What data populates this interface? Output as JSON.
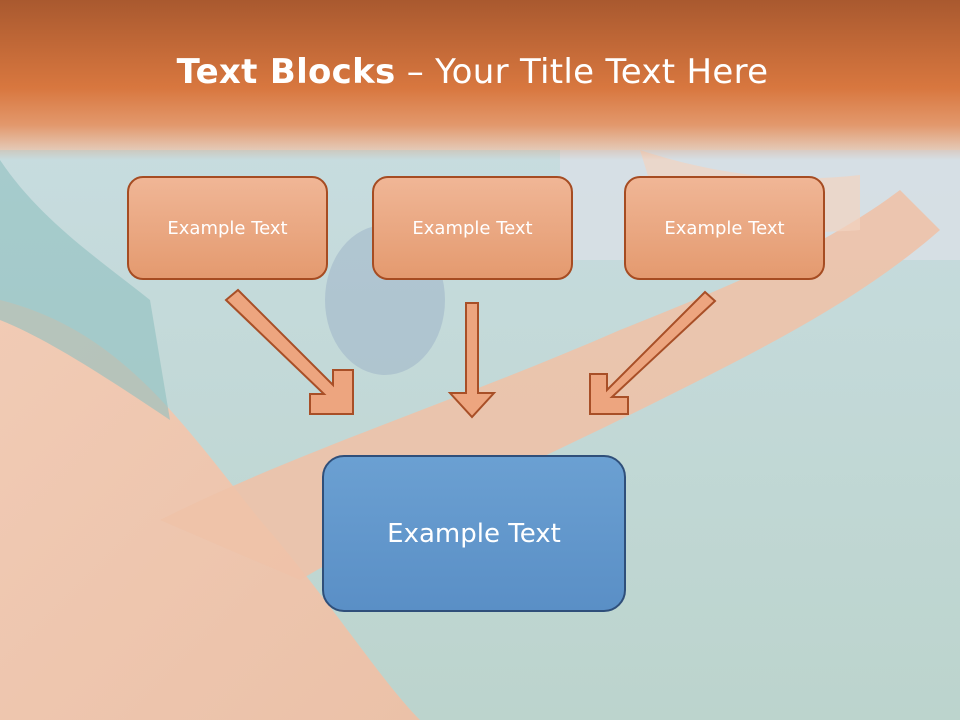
{
  "slide": {
    "title_strong": "Text Blocks",
    "title_rest": " – Your Title Text Here",
    "boxes": [
      "Example Text",
      "Example Text",
      "Example Text"
    ],
    "center_box": "Example Text"
  },
  "colors": {
    "title_band": "#d8773f",
    "box_fill": "#e9a57e",
    "box_border": "#a64c22",
    "arrow_fill": "#eda57f",
    "arrow_stroke": "#a84f27",
    "center_fill": "#6399cd",
    "center_border": "#2f4f7a"
  }
}
